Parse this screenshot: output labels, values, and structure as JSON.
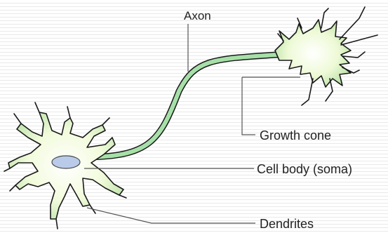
{
  "diagram": {
    "labels": {
      "axon": "Axon",
      "growth_cone": "Growth cone",
      "cell_body": "Cell body (soma)",
      "dendrites": "Dendrites"
    },
    "colors": {
      "background": "#ffffff",
      "rule_lines": "#e9e9e9",
      "cell_fill": "#f2fbdc",
      "axon_fill": "#a6e0a8",
      "outline": "#1a1a1a",
      "nucleus_fill": "#b9cbe8",
      "leader_lines": "#555555",
      "text": "#222222"
    }
  }
}
